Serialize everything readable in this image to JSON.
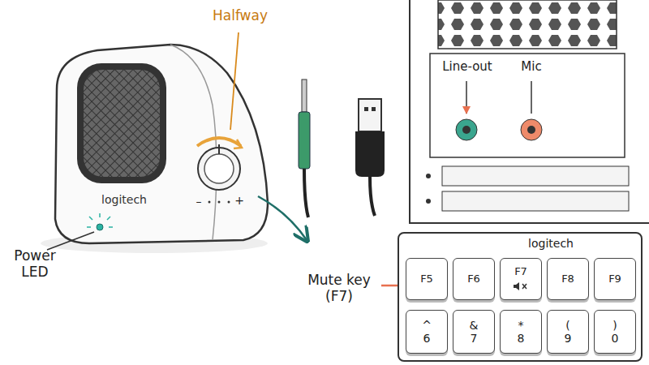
{
  "diagram": {
    "nodes": [
      {
        "text": [
          "logitech"
        ]
      },
      {
        "text": [
          "F5"
        ],
        "in": 0
      },
      {
        "text": [
          "F6"
        ],
        "in": 0
      },
      {
        "text": [
          "F7"
        ],
        "in": 0
      },
      {
        "text": [
          "F8"
        ],
        "in": 0
      },
      {
        "text": [
          "F9"
        ],
        "in": 0
      },
      {
        "text": [
          "^",
          "6"
        ],
        "in": 0
      },
      {
        "text": [
          "&",
          "7"
        ],
        "in": 0
      },
      {
        "text": [
          "*",
          "8"
        ],
        "in": 0
      },
      {
        "text": [
          "(",
          "9"
        ],
        "in": 0
      },
      {
        "text": [
          ")",
          "0"
        ],
        "in": 0
      }
    ],
    "labels": [
      "Halfway",
      "logitech",
      "–",
      "+",
      "Power LED",
      "Line-out",
      "Mic",
      "Mute key (F7)"
    ]
  }
}
